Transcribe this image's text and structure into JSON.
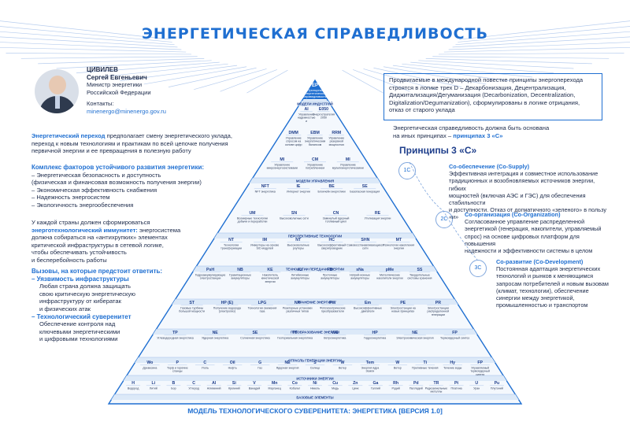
{
  "title": "ЭНЕРГЕТИЧЕСКАЯ СПРАВЕДЛИВОСТЬ",
  "person": {
    "surname": "ЦИВИЛЕВ",
    "name": "Сергей Евгеньевич",
    "position_1": "Министр энергетики",
    "position_2": "Российской Федерации",
    "contacts_label": "Контакты:",
    "email": "minenergo@minenergo.gov.ru"
  },
  "intro": {
    "highlight": "Энергетический переход",
    "line1": " предполагает смену энергетического уклада,",
    "line2": "переход к новым технологиям и практикам по всей цепочке получения",
    "line3": "первичной энергии и ее превращения в полезную работу"
  },
  "factors": {
    "heading": "Комплекс факторов устойчивого развития энергетики:",
    "items": [
      "– Энергетическая безопасность и доступность",
      "   (физическая и финансовая возможность получения энергии)",
      "– Экономическая эффективность снабжения",
      "– Надежность энергосистем",
      "– Экологичность энергообеспечения"
    ]
  },
  "immunity": {
    "line1": "У каждой страны должен сформироваться",
    "highlight": "энерготехнологический иммунитет:",
    "line2b": " энергосистема",
    "line3": "должна собираться на «антихрупких» элементах",
    "line4": "критической инфраструктуры в сетевой логике,",
    "line5": "чтобы обеспечивать устойчивость",
    "line6": "и бесперебойность работы"
  },
  "challenges": {
    "heading": "Вызовы, на которые предстоит ответить:",
    "vuln_head": "– Уязвимость инфраструктуры",
    "vuln_lines": [
      "Любая страна должна защищать",
      "свою критическую энергетическую",
      "инфраструктуру от кибератак",
      "и физических атак"
    ],
    "sov_head": "– Технологический суверенитет",
    "sov_lines": [
      "Обеспечение контроля над",
      "ключевыми энергетическими",
      "и цифровыми технологиями"
    ]
  },
  "box": {
    "lines": [
      "Продвигаемые в международной повестке принципы энергоперехода",
      "строятся в логике трех D – Декарбонизация, Децентрализация,",
      "Диджитализация/Дегуманизация (Decarbonization, Decentralization,",
      "Digitalization/Degumanization), сформулированы в логике отрицания,",
      "отказ от старого уклада"
    ]
  },
  "justice": {
    "line1": "Энергетическая справедливость должна быть основана",
    "line2": "на иных принципах – ",
    "line2_hl": "принципах 3 «С»"
  },
  "principles": {
    "title": "Принципы 3 «С»",
    "items": [
      {
        "badge": "1С",
        "head": "Co-обеспечение (Co-Supply)",
        "lines": [
          "Эффективная интеграция и совместное использование",
          "традиционных и возобновляемых источников энергии, гибких",
          "мощностей (включая АЭС и ГЭС) для обеспечения стабильности",
          "и доступности. Отказ от догматичного «зеленого» в пользу «и»"
        ]
      },
      {
        "badge": "2С",
        "head": "Co-организация (Co-Organization)",
        "lines": [
          "Согласованное управление распределенной",
          "энергетикой (генерация, накопители, управляемый",
          "спрос) на основе цифровых платформ для повышения",
          "надежности и эффективности системы в целом"
        ]
      },
      {
        "badge": "3С",
        "head": "Co-развитие (Co-Development)",
        "lines": [
          "Постоянная адаптация энергетических",
          "технологий и рынков к меняющимся",
          "запросам потребителей и новым вызовам",
          "(климат, технологии), обеспечение",
          "синергии между энергетикой,",
          "промышленностью и транспортом"
        ]
      }
    ]
  },
  "pyramid": {
    "top": {
      "code": "EP",
      "line1": "Принципы",
      "line2": "энергетической",
      "line3": "справедливости"
    },
    "bands": [
      "МОДЕЛИ ИНДУСТРИЙ",
      "МОДЕЛИ УПРАВЛЕНИЯ",
      "ПЕРСПЕКТИВНЫЕ ТЕХНОЛОГИИ",
      "ТЕХНОЛОГИИ ПЕРЕДАЧИ ЭНЕРГИИ",
      "ХРАНЕНИЕ ЭНЕРГИИ",
      "ПРЕОБРАЗОВАНИЕ ЭНЕРГИИ",
      "ОТРАСЛЬ ГЕНЕРАЦИИ ЭНЕРГИИ",
      "ИСТОЧНИКИ ЭНЕРГИИ",
      "БАЗОВЫЕ ЭЛЕМЕНТЫ"
    ],
    "rows": [
      [
        {
          "c": "AI",
          "l": "Управление надежностью и гибкостью"
        },
        {
          "c": "E050",
          "l": "Энергостратегия 2050"
        }
      ],
      [
        {
          "c": "DMM",
          "l": "Управление спросом на основе цифр"
        },
        {
          "c": "EBM",
          "l": "Управление энергетическим балансом"
        },
        {
          "c": "RRM",
          "l": "Управление резервной мощностью"
        }
      ],
      [
        {
          "c": "MI",
          "l": "Управление микроэнергосистемами"
        },
        {
          "c": "CM",
          "l": "Управление потреблением"
        },
        {
          "c": "MI",
          "l": "Управление мультиэнергетическими"
        }
      ],
      [
        {
          "c": "NFT",
          "l": "NFT энергетика"
        },
        {
          "c": "IE",
          "l": "Интернет энергии"
        },
        {
          "c": "BE",
          "l": "Блокчейн энергетики"
        },
        {
          "c": "SE",
          "l": "Безопасная генерация"
        }
      ],
      [
        {
          "c": "UM",
          "l": "Всемирные технологии добычи и переработки"
        },
        {
          "c": "SN",
          "l": "Высоковольтные сети"
        },
        {
          "c": "CN",
          "l": "Замкнутый ядерный топливный цикл"
        },
        {
          "c": "RE",
          "l": "Утилизация энергии"
        }
      ],
      [
        {
          "c": "NT",
          "l": "Технологии трансформации"
        },
        {
          "c": "IM",
          "l": "Инверторы на основе SiC-модулей"
        },
        {
          "c": "NT",
          "l": "Высоковольтные роутеры"
        },
        {
          "c": "HC",
          "l": "Высокоэффективный сверхпроводник"
        },
        {
          "c": "SHN",
          "l": "Самовосстанавливающиеся сети"
        },
        {
          "c": "MT",
          "l": "Технологии накопления энергии"
        }
      ],
      [
        {
          "c": "PsH",
          "l": "Гидроаккумулирующие электростанции"
        },
        {
          "c": "NB",
          "l": "Гравитационные аккумуляторы"
        },
        {
          "c": "KE",
          "l": "Накопитель кинетической энергии"
        },
        {
          "c": "sLI",
          "l": "Литийионные аккумуляторы"
        },
        {
          "c": "FB",
          "l": "Проточные аккумуляторы"
        },
        {
          "c": "sNa",
          "l": "Натрий-ионные аккумуляторы"
        },
        {
          "c": "pMe",
          "l": "Металлические накопители энергии"
        },
        {
          "c": "SS",
          "l": "Твердотельные системы хранения"
        }
      ],
      [
        {
          "c": "ST",
          "l": "Газовые турбины большой мощности"
        },
        {
          "c": "HP (E)",
          "l": "Получение водорода (электролиз)"
        },
        {
          "c": "LPG",
          "l": "Технологии сжижения газа"
        },
        {
          "c": "NR",
          "l": "Реакторные установки различных типов"
        },
        {
          "c": "PW",
          "l": "Фотоэлектрические преобразователи"
        },
        {
          "c": "Em",
          "l": "Высокоэффективные двигатели"
        },
        {
          "c": "PE",
          "l": "Электростанции на новых принципах"
        },
        {
          "c": "PR",
          "l": "Электростанции распределенной генерации"
        }
      ],
      [
        {
          "c": "TP",
          "l": "Углеводородная энергетика"
        },
        {
          "c": "NE",
          "l": "Ядерная энергетика"
        },
        {
          "c": "SE",
          "l": "Солнечная энергетика"
        },
        {
          "c": "TF",
          "l": "Геотермальная энергетика"
        },
        {
          "c": "WE",
          "l": "Ветроэнергетика"
        },
        {
          "c": "HP",
          "l": "Гидроэнергетика"
        },
        {
          "c": "NE",
          "l": "Электрохимическая энергия"
        },
        {
          "c": "FP",
          "l": "Термоядерный синтез"
        }
      ],
      [
        {
          "c": "Wo",
          "l": "Древесина"
        },
        {
          "c": "P",
          "l": "Торф и горючие сланцы"
        },
        {
          "c": "C",
          "l": "Уголь"
        },
        {
          "c": "Oil",
          "l": "Нефть"
        },
        {
          "c": "G",
          "l": "Газ"
        },
        {
          "c": "NE",
          "l": "Ядерная энергия"
        },
        {
          "c": "S",
          "l": "Солнце"
        },
        {
          "c": "W",
          "l": "Ветер"
        },
        {
          "c": "Tem",
          "l": "Энергия ядра Земли"
        },
        {
          "c": "W",
          "l": "Ветер"
        },
        {
          "c": "Ti",
          "l": "Приливные течения"
        },
        {
          "c": "Hy",
          "l": "Течение воды"
        },
        {
          "c": "FP",
          "l": "Управляемый термоядерный синтез"
        }
      ],
      [
        {
          "c": "H",
          "l": "Водород"
        },
        {
          "c": "Li",
          "l": "Литий"
        },
        {
          "c": "B",
          "l": "Бор"
        },
        {
          "c": "C",
          "l": "Углерод"
        },
        {
          "c": "Al",
          "l": "Алюминий"
        },
        {
          "c": "Si",
          "l": "Кремний"
        },
        {
          "c": "V",
          "l": "Ванадий"
        },
        {
          "c": "Mn",
          "l": "Марганец"
        },
        {
          "c": "Co",
          "l": "Кобальт"
        },
        {
          "c": "Ni",
          "l": "Никель"
        },
        {
          "c": "Cu",
          "l": "Медь"
        },
        {
          "c": "Zn",
          "l": "Цинк"
        },
        {
          "c": "Ga",
          "l": "Галлий"
        },
        {
          "c": "Rh",
          "l": "Родий"
        },
        {
          "c": "Pd",
          "l": "Палладий"
        },
        {
          "c": "TR",
          "l": "Редкоземельные металлы"
        },
        {
          "c": "Pt",
          "l": "Платина"
        },
        {
          "c": "U",
          "l": "Уран"
        },
        {
          "c": "Pu",
          "l": "Плутоний"
        }
      ]
    ]
  },
  "footer_title": "МОДЕЛЬ ТЕХНОЛОГИЧЕСКОГО СУВЕРЕНИТЕТА: ЭНЕРГЕТИКА [ВЕРСИЯ 1.0]",
  "colors": {
    "accent": "#1f6fd1",
    "dark": "#1f3f8c",
    "band": "#dce9f8"
  }
}
